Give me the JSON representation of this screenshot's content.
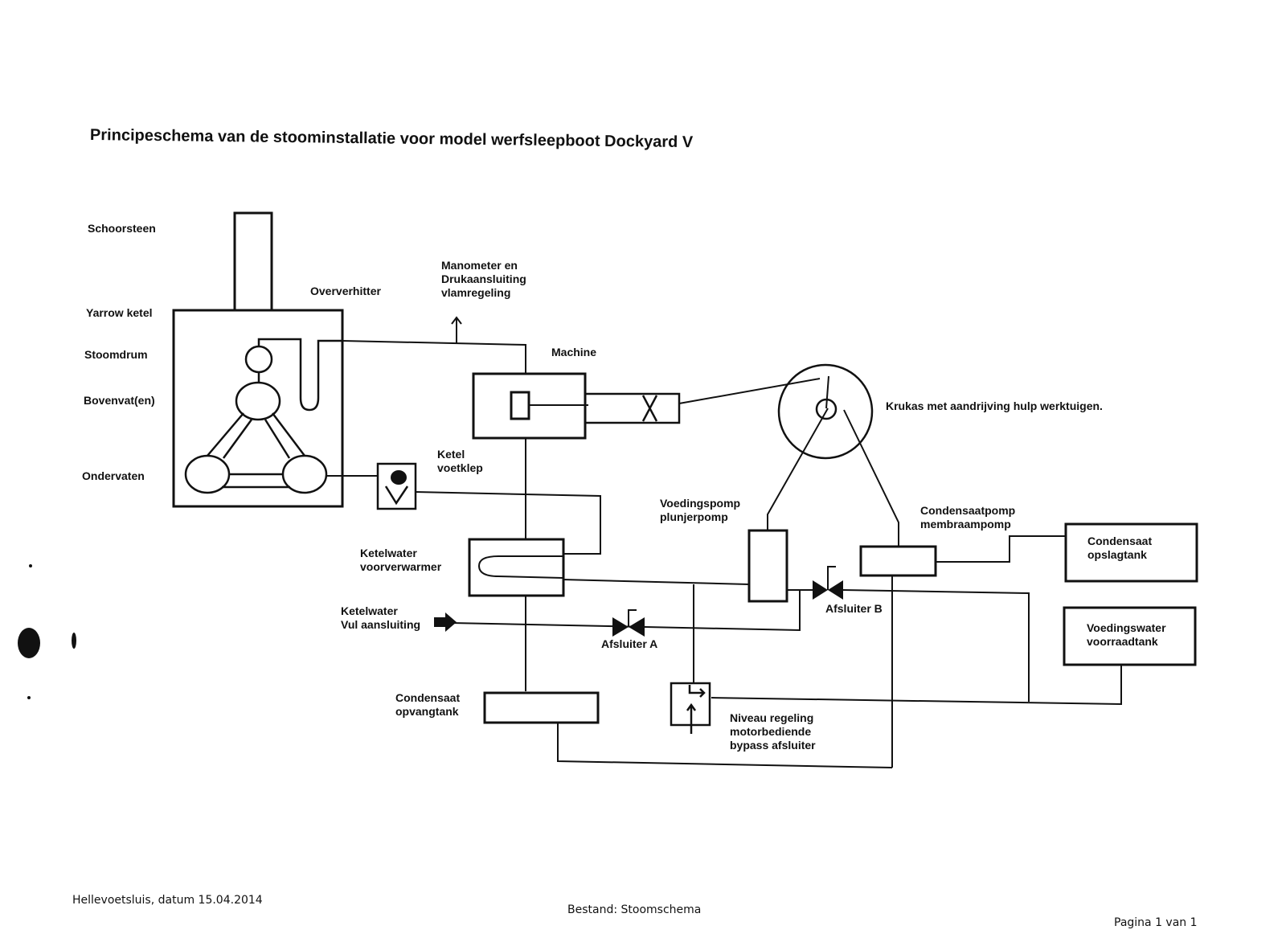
{
  "title": "Principeschema van de stoominstallatie voor model werfsleepboot Dockyard V",
  "labels": {
    "schoorsteen": "Schoorsteen",
    "yarrow_ketel": "Yarrow ketel",
    "stoomdrum": "Stoomdrum",
    "bovenvaten": "Bovenvat(en)",
    "ondervaten": "Ondervaten",
    "oververhitter": "Oververhitter",
    "manometer": "Manometer en\nDrukaansluiting\nvlamregeling",
    "machine": "Machine",
    "krukas": "Krukas met aandrijving hulp werktuigen.",
    "ketel_voetklep": "Ketel\nvoetklep",
    "voedingspomp": "Voedingspomp\nplunjerpomp",
    "condensaatpomp": "Condensaatpomp\nmembraampomp",
    "condensaat_opslagtank": "Condensaat\nopslagtank",
    "ketelwater_voorverwarmer": "Ketelwater\nvoorverwarmer",
    "afsluiter_b": "Afsluiter B",
    "ketelwater_vul": "Ketelwater\nVul aansluiting",
    "afsluiter_a": "Afsluiter A",
    "voedingswater_voorraadtank": "Voedingswater\nvoorraadtank",
    "condensaat_opvangtank": "Condensaat\nopvangtank",
    "niveau_regeling": "Niveau regeling\nmotorbediende\nbypass afsluiter"
  },
  "footer": {
    "location_date": "Hellevoetsluis, datum 15.04.2014",
    "file": "Bestand: Stoomschema",
    "page": "Pagina 1 van 1"
  }
}
